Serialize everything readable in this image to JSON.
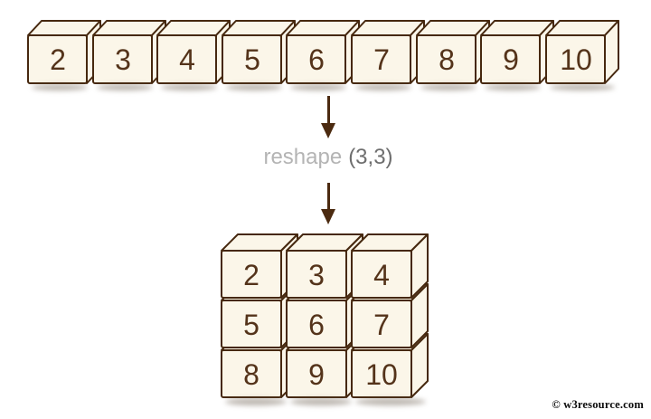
{
  "colors": {
    "cube_fill": "#fbf6e9",
    "cube_border": "#46280f",
    "digit": "#54331a",
    "arrow": "#4b2a10",
    "reshape_label": "#b4b4b4",
    "reshape_args": "#6e6e6e",
    "watermark": "#0b0b0b",
    "background": "#ffffff"
  },
  "source_array": {
    "description": "1-D array of 9 cubes",
    "values": [
      "2",
      "3",
      "4",
      "5",
      "6",
      "7",
      "8",
      "9",
      "10"
    ]
  },
  "operation": {
    "label": "reshape",
    "args": "(3,3)"
  },
  "result_grid": {
    "description": "3x3 reshaped array",
    "rows": [
      [
        "2",
        "3",
        "4"
      ],
      [
        "5",
        "6",
        "7"
      ],
      [
        "8",
        "9",
        "10"
      ]
    ]
  },
  "watermark": {
    "text": "© w3resource.com"
  }
}
